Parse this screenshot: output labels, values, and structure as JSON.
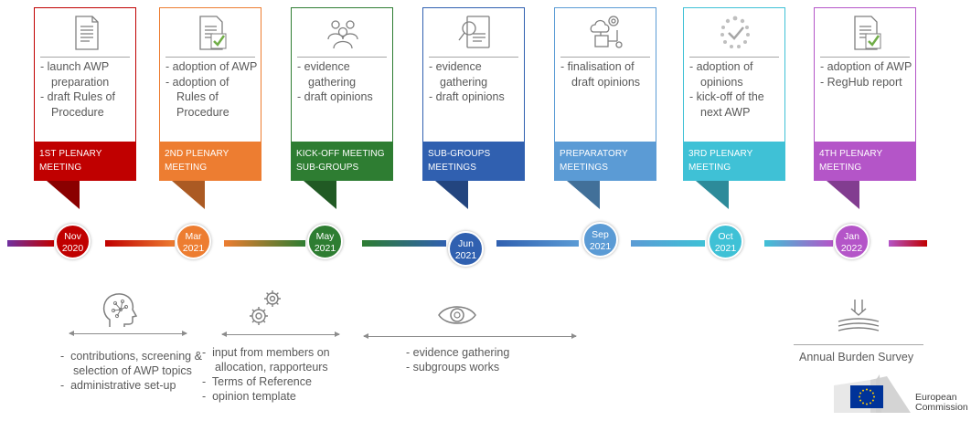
{
  "milestones": [
    {
      "bullets": [
        "launch AWP preparation",
        "draft Rules of Procedure"
      ],
      "banner": "1st Plenary meeting",
      "month": "Nov",
      "year": "2020",
      "color": "#c00000",
      "icon": "document-icon"
    },
    {
      "bullets": [
        "adoption of AWP",
        "adoption of Rules of Procedure"
      ],
      "banner": "2nd Plenary meeting",
      "month": "Mar",
      "year": "2021",
      "color": "#ed7d31",
      "icon": "document-check-icon"
    },
    {
      "bullets": [
        "evidence gathering",
        "draft opinions"
      ],
      "banner": "Kick-off meeting sub-groups",
      "month": "May",
      "year": "2021",
      "color": "#2e7d32",
      "icon": "people-group-icon"
    },
    {
      "bullets": [
        "evidence gathering",
        "draft opinions"
      ],
      "banner": "Sub-groups meetings",
      "month": "Jun",
      "year": "2021",
      "color": "#3060b0",
      "icon": "document-search-icon"
    },
    {
      "bullets": [
        "finalisation of draft opinions"
      ],
      "banner": "Preparatory meetings",
      "month": "Sep",
      "year": "2021",
      "color": "#5b9bd5",
      "icon": "settings-network-icon"
    },
    {
      "bullets": [
        "adoption of opinions",
        "kick-off of the next AWP"
      ],
      "banner": "3rd Plenary Meeting",
      "month": "Oct",
      "year": "2021",
      "color": "#3fc1d6",
      "icon": "progress-check-icon"
    },
    {
      "bullets": [
        "adoption of AWP",
        "RegHub report"
      ],
      "banner": "4th Plenary Meeting",
      "month": "Jan",
      "year": "2022",
      "color": "#b455c8",
      "icon": "document-check-icon"
    }
  ],
  "bottom": {
    "group1": {
      "icon": "head-brain-icon",
      "items": [
        "contributions, screening & selection of AWP topics",
        "administrative set-up"
      ]
    },
    "group2": {
      "icon": "gears-icon",
      "items": [
        "input from members on allocation, rapporteurs",
        "Terms of Reference",
        "opinion template"
      ]
    },
    "group3": {
      "icon": "eye-icon",
      "items": [
        "evidence gathering",
        "subgroups works"
      ]
    },
    "survey": {
      "icon": "compress-arrows-icon",
      "label": "Annual Burden Survey"
    },
    "logo": {
      "text_line1": "European",
      "text_line2": "Commission",
      "flag_color": "#003399",
      "star_color": "#ffcc00"
    }
  }
}
